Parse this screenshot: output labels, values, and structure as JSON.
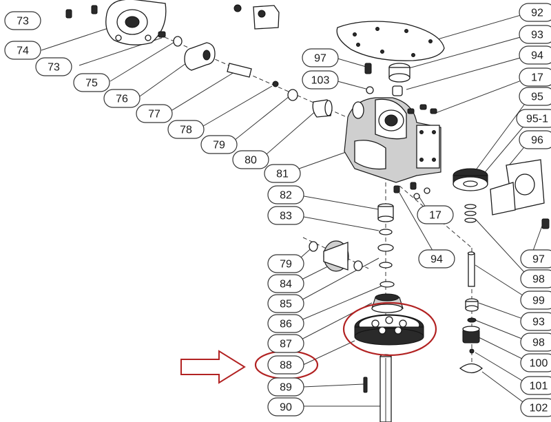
{
  "labels": [
    "73",
    "74",
    "73",
    "75",
    "76",
    "77",
    "78",
    "79",
    "80",
    "81",
    "82",
    "83",
    "79",
    "84",
    "85",
    "86",
    "87",
    "88",
    "89",
    "90",
    "92",
    "93",
    "94",
    "17",
    "95",
    "95-1",
    "96",
    "97",
    "103",
    "17",
    "94",
    "97",
    "98",
    "99",
    "93",
    "98",
    "100",
    "101",
    "102"
  ],
  "highlight": {
    "target_label": "88",
    "color": "#b22222"
  },
  "colors": {
    "line": "#333333",
    "highlight": "#b22222",
    "background": "#ffffff"
  }
}
